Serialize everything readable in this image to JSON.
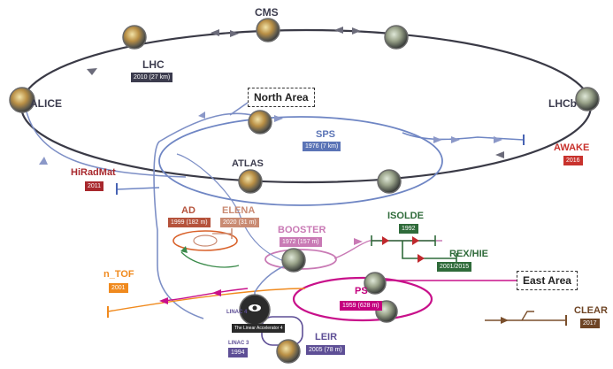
{
  "accelerators": {
    "lhc": {
      "name": "LHC",
      "badge": "2010 (27 km)",
      "color": "#3c3c4e"
    },
    "sps": {
      "name": "SPS",
      "badge": "1976 (7 km)",
      "color": "#5b74b6"
    },
    "ps": {
      "name": "PS",
      "badge": "1959 (628 m)",
      "color": "#c4007e"
    },
    "booster": {
      "name": "BOOSTER",
      "badge": "1972 (157 m)",
      "color": "#c97ab5"
    },
    "ad": {
      "name": "AD",
      "badge": "1999 (182 m)",
      "color": "#b5523b"
    },
    "elena": {
      "name": "ELENA",
      "badge": "2020 (31 m)",
      "color": "#c98a72"
    },
    "leir": {
      "name": "LEIR",
      "badge": "2005 (78 m)",
      "color": "#5e4f96"
    },
    "isolde": {
      "name": "ISOLDE",
      "badge": "1992",
      "color": "#2f6b3a"
    },
    "rexhie": {
      "name": "REX/HIE",
      "badge": "2001/2015",
      "color": "#2f6b3a"
    },
    "awake": {
      "name": "AWAKE",
      "badge": "2016",
      "color": "#c8322d"
    },
    "hiradmat": {
      "name": "HiRadMat",
      "badge": "2011",
      "color": "#a8282d"
    },
    "ntof": {
      "name": "n_TOF",
      "badge": "2001",
      "color": "#f08a1e"
    },
    "clear": {
      "name": "CLEAR",
      "badge": "2017",
      "color": "#6e4424"
    },
    "linac3": {
      "name": "LINAC 3",
      "badge": "1994",
      "color": "#5e4f96"
    },
    "linac4": {
      "name": "LINAC 4",
      "caption": "The Linear Accelerator 4"
    }
  },
  "experiments": {
    "cms": "CMS",
    "alice": "ALICE",
    "lhcb": "LHCb",
    "atlas": "ATLAS"
  },
  "areas": {
    "north": "North Area",
    "east": "East Area"
  }
}
